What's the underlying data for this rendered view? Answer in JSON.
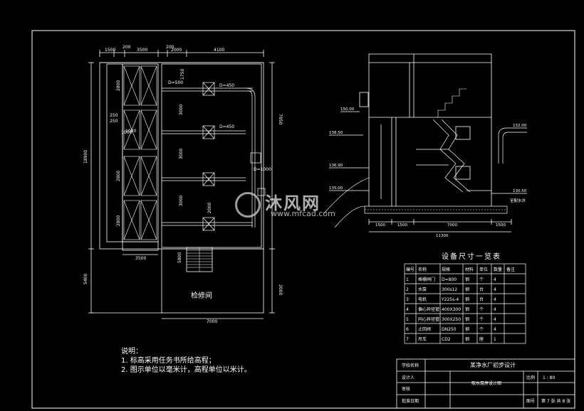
{
  "plan": {
    "top_dims": [
      "1500",
      "200",
      "3500",
      "200",
      "2000",
      "4100"
    ],
    "left_dims": [
      "18900",
      "5400"
    ],
    "right_dims": [
      "7950",
      "2000"
    ],
    "bottom_dims": [
      "3500",
      "7000"
    ],
    "row_dims": [
      "2800",
      "1000",
      "2800",
      "2800",
      "2800"
    ],
    "pipe_labels": [
      "D=500",
      "D=450",
      "D=1000",
      "D=450"
    ],
    "inner_dims": [
      "1750",
      "3000",
      "3000",
      "3000",
      "2000",
      "5800"
    ],
    "repair_room": "检修间",
    "cell_dims": [
      "250",
      "250",
      "1000"
    ]
  },
  "section": {
    "bottom_dims": [
      "1500",
      "1500",
      "7000",
      "1500"
    ],
    "total_dim": "11300",
    "elevations": [
      "150.00",
      "138.50",
      "136.90",
      "135.00",
      "132.00",
      "130.50"
    ],
    "right_label": "至配水井"
  },
  "equipment_table": {
    "title": "设备尺寸一览表",
    "headers": [
      "编号",
      "名称",
      "规格",
      "材料",
      "单位",
      "数量",
      "备注"
    ],
    "rows": [
      [
        "1",
        "格栅闸门",
        "D=800",
        "钢",
        "个",
        "4",
        ""
      ],
      [
        "2",
        "水泵",
        "300s12",
        "钢",
        "台",
        "4",
        ""
      ],
      [
        "3",
        "电机",
        "Y225s-4",
        "钢",
        "台",
        "4",
        ""
      ],
      [
        "4",
        "偏心异径管",
        "400X300",
        "钢",
        "个",
        "4",
        ""
      ],
      [
        "5",
        "同心异径管",
        "300X250",
        "钢",
        "个",
        "4",
        ""
      ],
      [
        "6",
        "止回阀",
        "DN250",
        "钢",
        "个",
        "4",
        ""
      ],
      [
        "7",
        "吊车",
        "CD2",
        "钢",
        "座",
        "1",
        ""
      ]
    ]
  },
  "notes": {
    "title": "说明：",
    "lines": [
      "1. 标高采用任务书所给高程；",
      "2. 图示单位以毫米计，高程单位以米计。"
    ]
  },
  "title_block": {
    "school_label": "学校名称",
    "project": "某净水厂初步设计",
    "design_label": "设计人",
    "check_label": "审核",
    "approve_label": "批准日期",
    "drawing_name": "取水泵房设计图",
    "scale_label": "比例",
    "scale": "1 : 80",
    "sheet_label": "图号",
    "sheet": "第 7 张 共 8 张"
  },
  "watermark": {
    "brand": "沐风网",
    "url": "www.mfcad.com"
  }
}
